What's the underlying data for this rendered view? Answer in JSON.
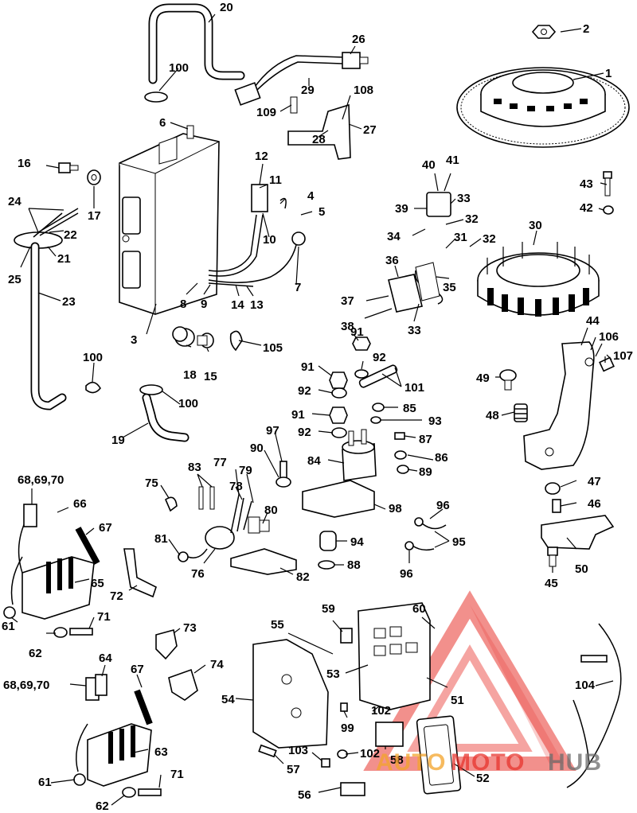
{
  "callouts": [
    "1",
    "2",
    "3",
    "4",
    "5",
    "6",
    "7",
    "8",
    "9",
    "10",
    "11",
    "12",
    "13",
    "14",
    "15",
    "16",
    "17",
    "18",
    "19",
    "20",
    "21",
    "22",
    "23",
    "24",
    "25",
    "26",
    "27",
    "28",
    "29",
    "30",
    "31",
    "32",
    "32",
    "33",
    "33",
    "34",
    "35",
    "36",
    "37",
    "38",
    "39",
    "40",
    "41",
    "42",
    "43",
    "44",
    "45",
    "46",
    "47",
    "48",
    "49",
    "50",
    "51",
    "52",
    "53",
    "54",
    "55",
    "56",
    "57",
    "58",
    "59",
    "60",
    "61",
    "61",
    "62",
    "62",
    "63",
    "64",
    "65",
    "66",
    "67",
    "67",
    "68,69,70",
    "68,69,70",
    "71",
    "71",
    "72",
    "73",
    "74",
    "75",
    "76",
    "77",
    "78",
    "79",
    "80",
    "81",
    "82",
    "83",
    "84",
    "85",
    "86",
    "87",
    "88",
    "89",
    "90",
    "91",
    "91",
    "91",
    "92",
    "92",
    "92",
    "93",
    "94",
    "95",
    "96",
    "96",
    "97",
    "98",
    "99",
    "100",
    "100",
    "100",
    "101",
    "102",
    "102",
    "103",
    "104",
    "105",
    "106",
    "107",
    "108",
    "109"
  ],
  "watermark": {
    "brand_left": "AUTO",
    "brand_mid": "MOTO",
    "brand_right": "HUB",
    "color_red": "#e8352e",
    "color_orange": "#f3a42a",
    "color_gray": "#6b6b6b"
  }
}
